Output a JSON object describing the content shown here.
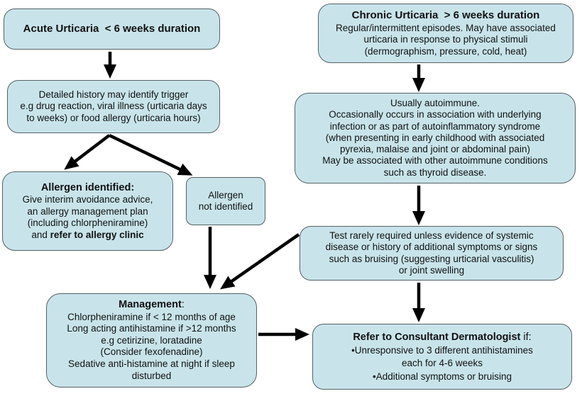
{
  "diagram": {
    "topic": "Urticaria management flowchart",
    "palette": {
      "box_fill": "#c8e4ea",
      "box_border": "#546165",
      "arrow": "#000000",
      "text": "#111111",
      "background": "#ffffff"
    }
  },
  "boxes": {
    "acute": {
      "title": "Acute Urticaria  < 6 weeks duration"
    },
    "chronic": {
      "title": "Chronic Urticaria  > 6 weeks duration",
      "lines": [
        "Regular/intermittent episodes. May have associated",
        "urticaria in response to physical stimuli",
        "(dermographism, pressure, cold, heat)"
      ]
    },
    "detailed": {
      "lines": [
        "Detailed history may identify trigger",
        "e.g drug reaction, viral illness (urticaria days",
        "to weeks) or food allergy (urticaria hours)"
      ]
    },
    "autoimmune": {
      "lines": [
        "Usually autoimmune.",
        "Occasionally occurs in association with underlying",
        "infection or as part of autoinflammatory syndrome",
        "(when presenting in early childhood with associated",
        "pyrexia, malaise and joint or abdominal pain)",
        "May be associated with other autoimmune conditions",
        "such as thyroid disease."
      ]
    },
    "allergen_identified": {
      "title": "Allergen identified:",
      "lines": [
        "Give interim avoidance advice,",
        "an allergy management plan",
        "(including chlorpheniramine)"
      ],
      "final_prefix": "and ",
      "final_bold": "refer to allergy clinic"
    },
    "allergen_not_identified": {
      "lines": [
        "Allergen",
        "not identified"
      ]
    },
    "test": {
      "lines": [
        "Test rarely required unless evidence of systemic",
        "disease or history of additional symptoms or signs",
        "such as bruising (suggesting urticarial vasculitis)",
        "or joint swelling"
      ]
    },
    "management": {
      "title": "Management",
      "title_suffix": ":",
      "lines": [
        "Chlorpheniramine if < 12 months of age",
        "Long acting antihistamine if >12 months",
        "e.g cetirizine, loratadine",
        "(Consider fexofenadine)",
        "Sedative anti-histamine at night if sleep",
        "disturbed"
      ]
    },
    "refer": {
      "title": "Refer to Consultant Dermatologist",
      "title_suffix": " if:",
      "lines": [
        "•Unresponsive to 3 different antihistamines",
        "each for 4-6 weeks",
        "•Additional symptoms or bruising"
      ]
    }
  }
}
